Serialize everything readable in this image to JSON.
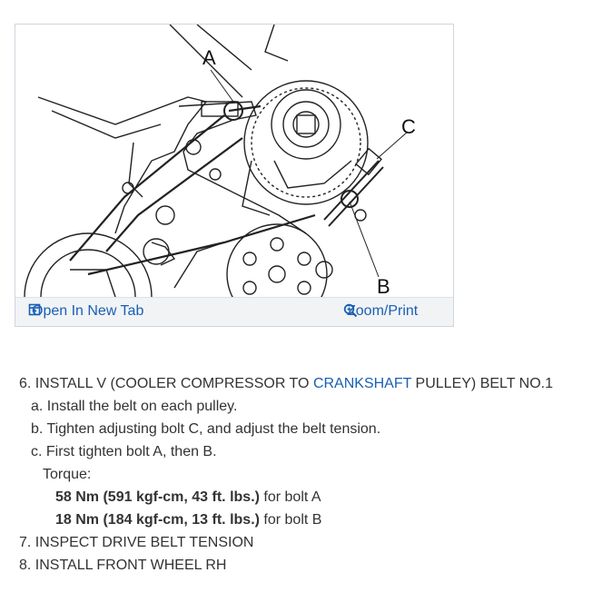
{
  "figure": {
    "callouts": {
      "a": "A",
      "b": "B",
      "c": "C"
    },
    "open_tab_label": "Open In New Tab",
    "zoom_print_label": "Zoom/Print"
  },
  "steps": {
    "step6": {
      "prefix": "6. INSTALL V (COOLER COMPRESSOR TO ",
      "link": "CRANKSHAFT",
      "suffix": " PULLEY) BELT NO.1",
      "sub_a": "a. Install the belt on each pulley.",
      "sub_b": "b. Tighten adjusting bolt C, and adjust the belt tension.",
      "sub_c": "c. First tighten bolt A, then B.",
      "torque_label": "Torque:",
      "torque_a_value": "58 Nm (591 kgf-cm, 43 ft. lbs.)",
      "torque_a_suffix": " for bolt A",
      "torque_b_value": "18 Nm (184 kgf-cm, 13 ft. lbs.)",
      "torque_b_suffix": " for bolt B"
    },
    "step7": "7. INSPECT DRIVE BELT TENSION",
    "step8": "8. INSTALL FRONT WHEEL RH"
  }
}
